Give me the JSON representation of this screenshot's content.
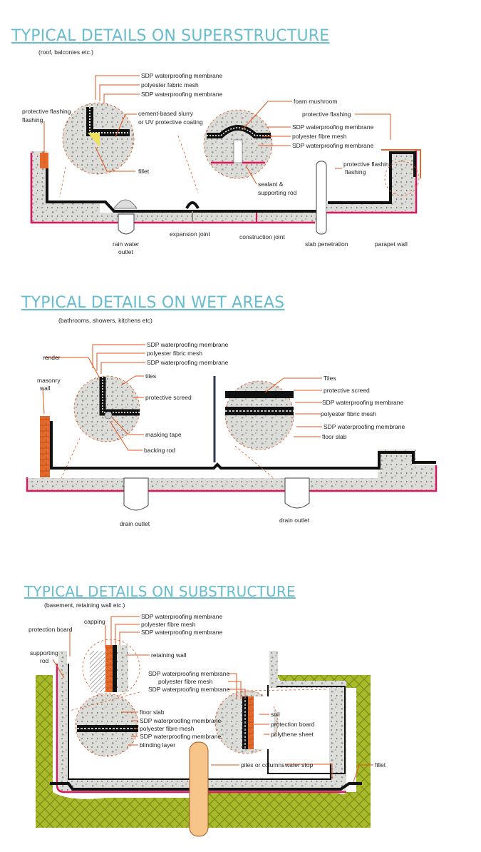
{
  "colors": {
    "title": "#66bcd0",
    "leader": "#e4541f",
    "membrane": "#111111",
    "slab_edge": "#e0145a",
    "soil": "#a5b82a",
    "brick": "#e0662a"
  },
  "superstructure": {
    "title": "TYPICAL DETAILS ON SUPERSTRUCTURE",
    "subtitle": "(roof, balconies etc.)",
    "labels": {
      "membrane_top": "SDP waterproofing membrane",
      "fabric_mesh": "polyester fabric mesh",
      "membrane_bottom": "SDP waterproofing membrane",
      "protective_flashing_left": "protective flashing",
      "slurry_1": "cement-based slurry",
      "slurry_2": "or UV protective coating",
      "fillet": "fillet",
      "foam_mushroom": "foam mushroom",
      "protective_flashing_top": "protective flashing",
      "sdp_right_1": "SDP waterproofing membrane",
      "fibre_mesh_right": "polyester fibre mesh",
      "sdp_right_2": "SDP waterproofing membrane",
      "protective_flashing_right": "protective flashing",
      "sealant": "sealant &",
      "supporting_rod": "supporting rod",
      "rain_water": "rain water",
      "outlet": "outlet",
      "expansion_joint": "expansion joint",
      "construction_joint": "construction joint",
      "slab_penetration": "slab penetration",
      "parapet_wall": "parapet wall"
    }
  },
  "wet_areas": {
    "title": "TYPICAL DETAILS ON WET AREAS",
    "subtitle": "(bathrooms, showers, kitchens etc)",
    "labels": {
      "membrane_top": "SDP waterproofing membrane",
      "fibric_mesh": "polyester fibric mesh",
      "membrane_bottom": "SDP waterproofing membrane",
      "render": "render",
      "masonry": "masonry",
      "wall": "wall",
      "tiles": "tiles",
      "protective_screed": "protective screed",
      "masking_tape": "masking tape",
      "backing_rod": "backing rod",
      "tiles_right": "Tiles",
      "protective_screed_right": "protective screed",
      "sdp_right_1": "SDP waterproofing membrane",
      "fibric_mesh_right": "polyester fibric mesh",
      "sdp_right_2": "SDP waterproofing membrane",
      "floor_slab": "floor slab",
      "drain_outlet_left": "drain outlet",
      "drain_outlet_right": "drain outlet"
    }
  },
  "substructure": {
    "title": "TYPICAL DETAILS ON SUBSTRUCTURE",
    "subtitle": "(basement, retaining wall etc.)",
    "labels": {
      "membrane_top": "SDP waterproofing membrane",
      "fibre_mesh_top": "polyester fibre mesh",
      "membrane_top_2": "SDP waterproofing membrane",
      "capping": "capping",
      "protection_board": "protection board",
      "supporting": "supporting",
      "rod": "rod",
      "retaining_wall": "retaining wall",
      "sdp_mid_1": "SDP waterproofing membrane",
      "fibre_mesh_mid": "polyester fibre mesh",
      "sdp_mid_2": "SDP waterproofing membrane",
      "floor_slab": "floor slab",
      "sdp_left_1": "SDP waterproofing membrane",
      "fibre_mesh_left": "polyester fibre mesh",
      "sdp_left_2": "SDP waterproofing membrane",
      "blinding_layer": "blinding layer",
      "soil": "soil",
      "protection_board_right": "protection board",
      "polythene_sheet": "polythene sheet",
      "piles": "piles or columns",
      "water_stop": "water stop",
      "fillet": "fillet"
    }
  }
}
